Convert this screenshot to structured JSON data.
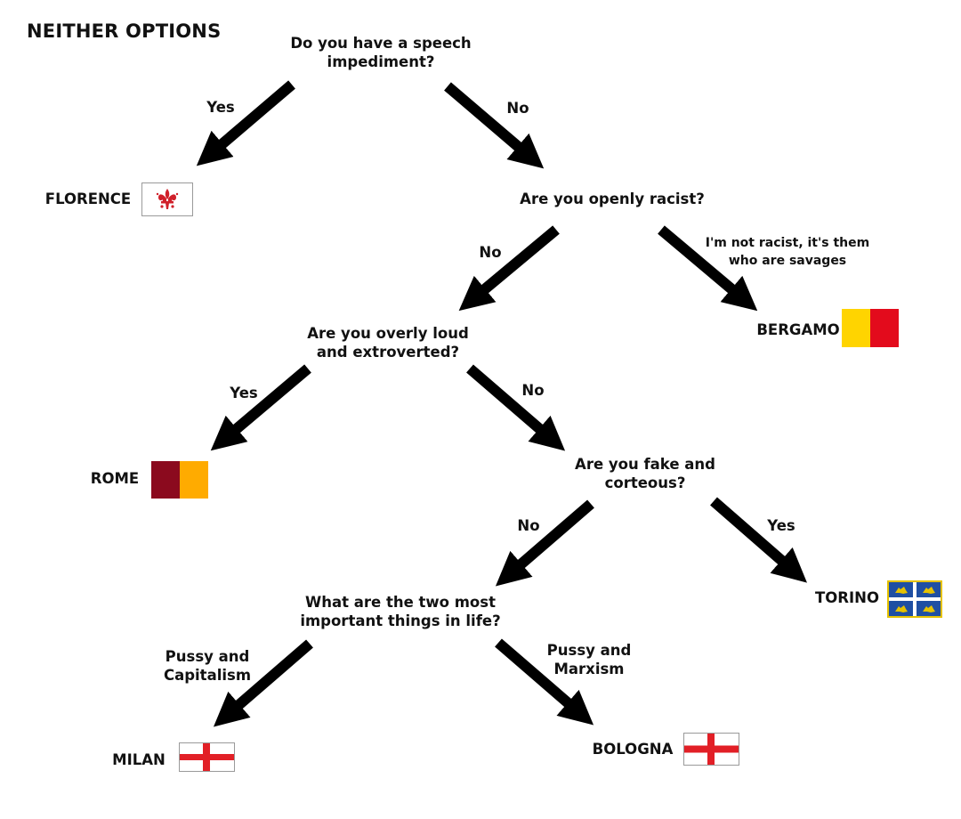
{
  "title": "NEITHER OPTIONS",
  "questions": {
    "speech": "Do you have a speech\nimpediment?",
    "racist": "Are you openly racist?",
    "loud": "Are you overly loud\nand extroverted?",
    "fake": "Are you fake and\ncorteous?",
    "things": "What are the two most\nimportant things in life?"
  },
  "answers": {
    "speech_yes": "Yes",
    "speech_no": "No",
    "racist_no": "No",
    "racist_other": "I'm not racist, it's them\nwho are savages",
    "loud_yes": "Yes",
    "loud_no": "No",
    "fake_no": "No",
    "fake_yes": "Yes",
    "things_capitalism": "Pussy and\nCapitalism",
    "things_marxism": "Pussy and\nMarxism"
  },
  "cities": {
    "florence": "FLORENCE",
    "bergamo": "BERGAMO",
    "rome": "ROME",
    "torino": "TORINO",
    "milan": "MILAN",
    "bologna": "BOLOGNA"
  },
  "flag_icons": {
    "florence": "fleur-de-lis-flag-icon",
    "bergamo": "yellow-red-bicolor-flag-icon",
    "rome": "maroon-orange-bicolor-flag-icon",
    "torino": "blue-bull-quartered-flag-icon",
    "milan": "red-cross-flag-icon",
    "bologna": "red-cross-flag-icon"
  },
  "colors": {
    "arrow": "#000000",
    "florence_red": "#d0202a",
    "bergamo_yellow": "#ffd400",
    "bergamo_red": "#e30b1c",
    "rome_maroon": "#8b0a1e",
    "rome_orange": "#ffab00",
    "torino_blue": "#1f4fa3",
    "torino_gold": "#e6c200",
    "cross_red": "#e21f26"
  }
}
